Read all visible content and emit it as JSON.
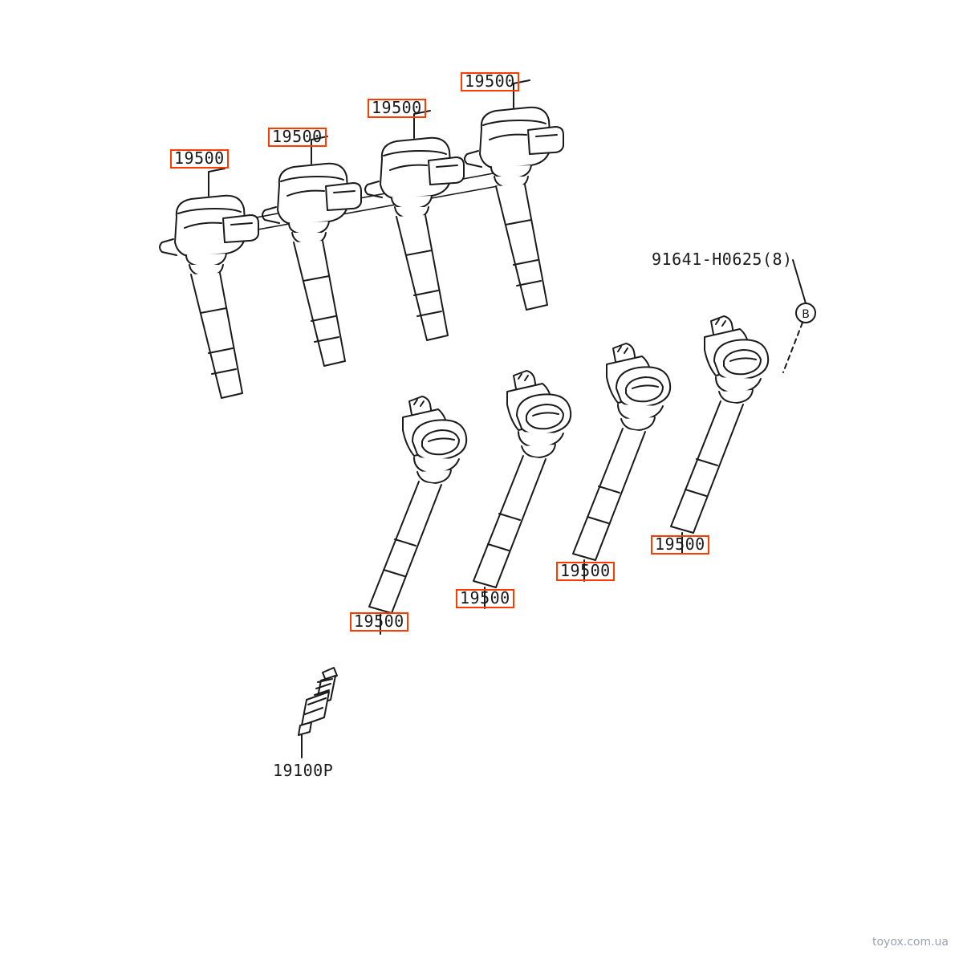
{
  "diagram": {
    "upper_coils": [
      {
        "part_number": "19500"
      },
      {
        "part_number": "19500"
      },
      {
        "part_number": "19500"
      },
      {
        "part_number": "19500"
      }
    ],
    "lower_coils": [
      {
        "part_number": "19500"
      },
      {
        "part_number": "19500"
      },
      {
        "part_number": "19500"
      },
      {
        "part_number": "19500"
      }
    ],
    "bolt_part": "91641-H0625(8)",
    "callout_letter": "B",
    "spark_plug_part": "19100P",
    "highlight_color": "#ff3b00",
    "line_color": "#1a1a1a"
  },
  "watermark": "toyox.com.ua"
}
